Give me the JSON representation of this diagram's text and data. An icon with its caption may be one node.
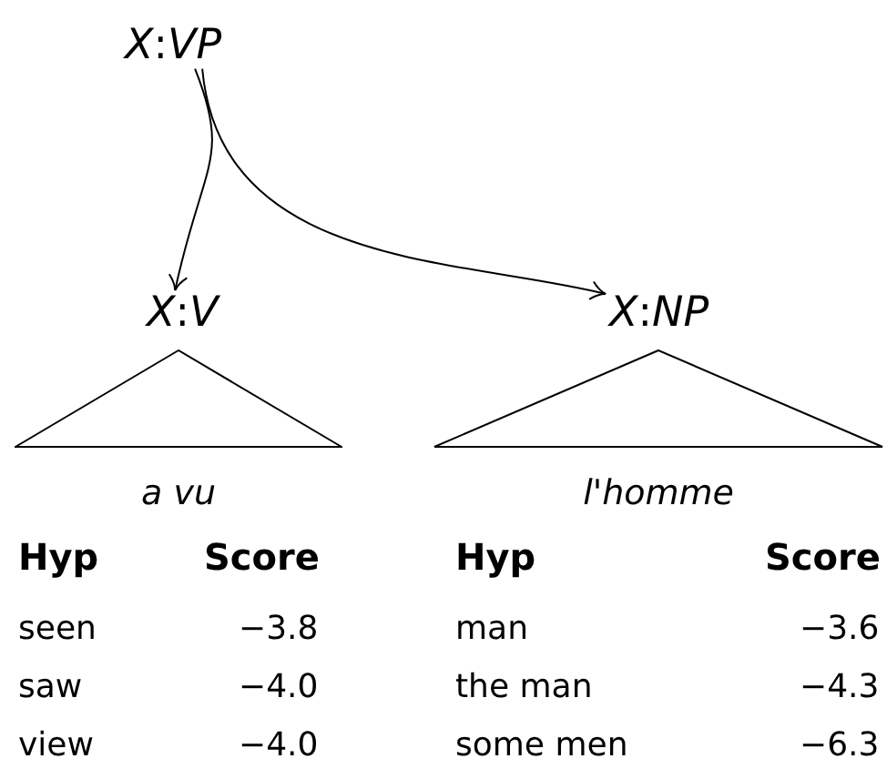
{
  "diagram": {
    "nodes": [
      {
        "text": [
          "*X*:*VP*"
        ]
      },
      {
        "text": [
          "*X*:*V*"
        ]
      },
      {
        "text": [
          "*X*:*NP*"
        ]
      },
      {
        "text": [],
        "shape": "triangle",
        "beside": [
          "a vu"
        ]
      },
      {
        "text": [],
        "shape": "triangle",
        "beside": [
          "l'homme"
        ]
      }
    ],
    "edges": [
      {
        "from": 0,
        "to": 1,
        "arrow": "to"
      },
      {
        "from": 0,
        "to": 2,
        "arrow": "to"
      }
    ],
    "labels": [
      "Hyp",
      "Score",
      "seen",
      "−3.8",
      "saw",
      "−4.0",
      "view",
      "−4.0",
      "Hyp",
      "Score",
      "man",
      "−3.6",
      "the man",
      "−4.3",
      "some men",
      "−6.3"
    ]
  }
}
